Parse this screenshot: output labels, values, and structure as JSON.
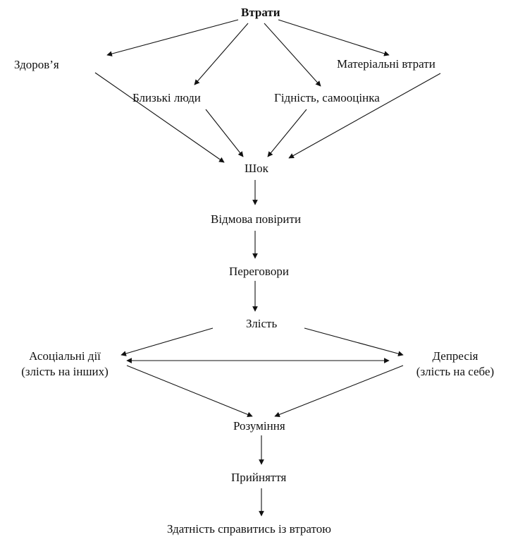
{
  "diagram": {
    "nodes": {
      "loss": "Втрати",
      "health": "Здоров’я",
      "loved_ones": "Близькі люди",
      "dignity": "Гідність, самооцінка",
      "material": "Матеріальні втрати",
      "shock": "Шок",
      "denial": "Відмова повірити",
      "bargaining": "Переговори",
      "anger": "Злість",
      "asocial_line1": "Асоціальні дії",
      "asocial_line2": "(злість на інших)",
      "depression_line1": "Депресія",
      "depression_line2": "(злість на себе)",
      "understanding": "Розуміння",
      "acceptance": "Прийняття",
      "coping": "Здатність справитись із втратою"
    }
  }
}
